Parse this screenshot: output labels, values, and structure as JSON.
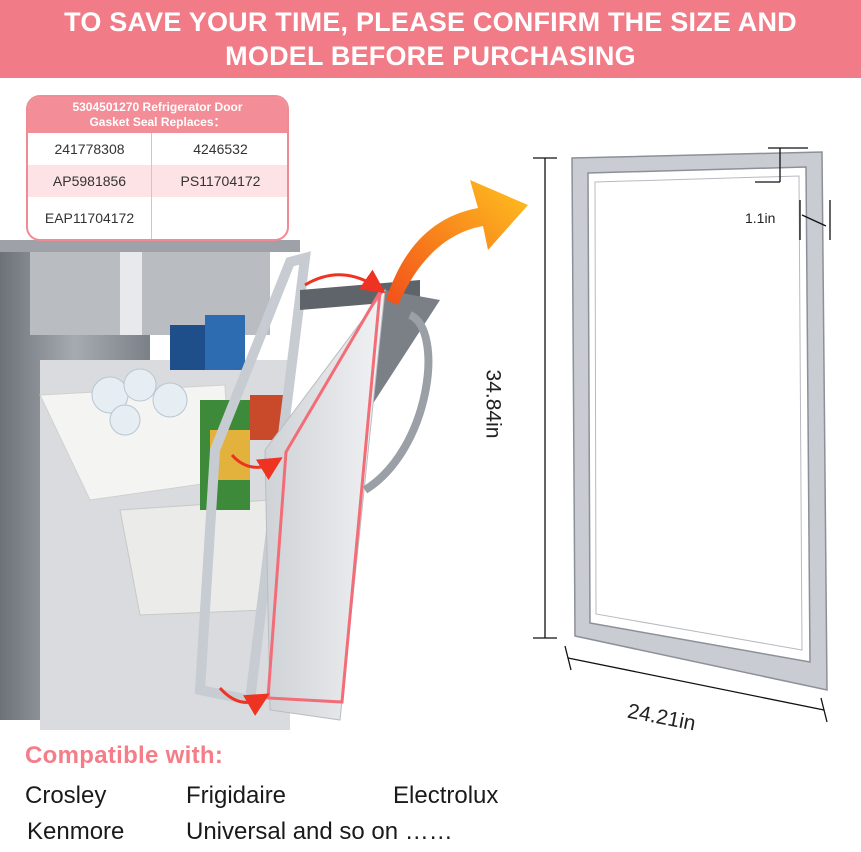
{
  "banner": {
    "line1": "TO SAVE YOUR TIME, PLEASE CONFIRM THE SIZE AND",
    "line2": "MODEL BEFORE PURCHASING"
  },
  "parts": {
    "title_line1": "5304501270 Refrigerator Door",
    "title_line2": "Gasket Seal Replaces：",
    "numbers": [
      "241778308",
      "4246532",
      "AP5981856",
      "PS11704172",
      "EAP11704172",
      ""
    ]
  },
  "dimensions": {
    "thickness": "1.1in",
    "height": "34.84in",
    "width": "24.21in"
  },
  "compatible": {
    "title": "Compatible with:",
    "brands": [
      "Crosley",
      "Frigidaire",
      "Electrolux",
      "Kenmore",
      "Universal and so on ……"
    ]
  },
  "colors": {
    "banner": "#f17b86",
    "accent_pink": "#f47d88",
    "arrow_orange": "#f7901e",
    "gasket_gray": "#c9ccd2",
    "fridge_steel": "#8f949b"
  }
}
